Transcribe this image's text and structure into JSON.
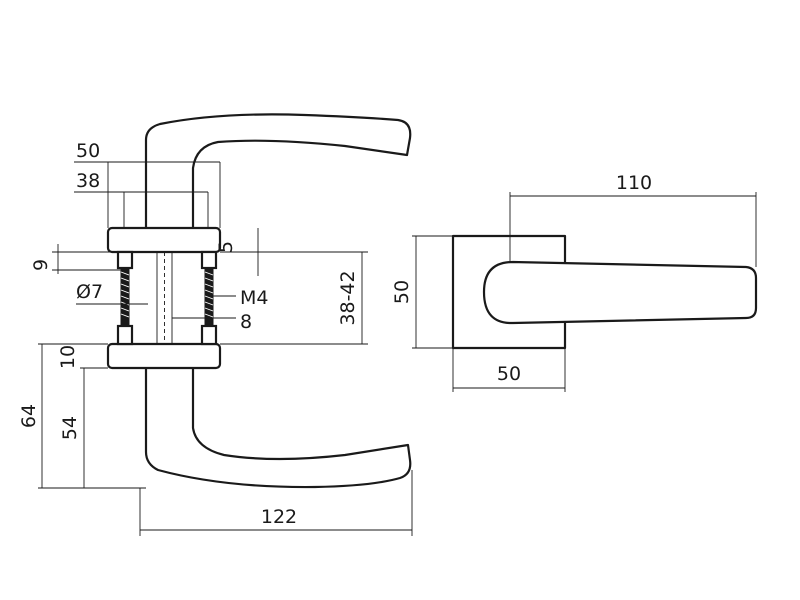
{
  "side_view": {
    "dim_width_outer": "50",
    "dim_width_inner": "38",
    "dim_rose_thickness": "5",
    "dim_screw_offset": "9",
    "dim_bore": "Ø7",
    "dim_thread": "M4",
    "dim_spindle": "8",
    "dim_door_range": "38-42",
    "dim_rose_height": "10",
    "dim_lever_offset_total": "64",
    "dim_lever_offset": "54",
    "dim_lever_length": "122"
  },
  "front_view": {
    "dim_lever_length": "110",
    "dim_rose_height": "50",
    "dim_rose_width": "50"
  }
}
